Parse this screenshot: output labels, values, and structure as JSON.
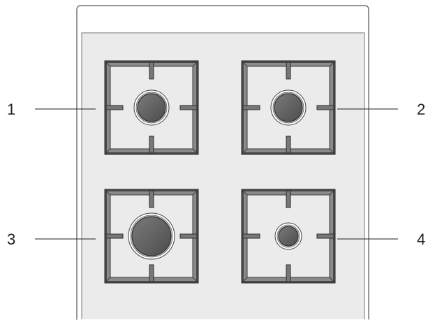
{
  "diagram": {
    "colors": {
      "background": "#ffffff",
      "cooktop_fill": "#ebebeb",
      "outline": "#555555",
      "grate_dark": "#4a4a4a",
      "grate_light": "#8c8c8c",
      "burner_cap": "#5f5f5f",
      "burner_ring": "#d8d8d8",
      "leader_line": "#222222"
    },
    "burners": [
      {
        "position": "rear-left",
        "callout": "1",
        "size": "medium"
      },
      {
        "position": "rear-right",
        "callout": "2",
        "size": "medium"
      },
      {
        "position": "front-left",
        "callout": "3",
        "size": "large"
      },
      {
        "position": "front-right",
        "callout": "4",
        "size": "small"
      }
    ]
  }
}
